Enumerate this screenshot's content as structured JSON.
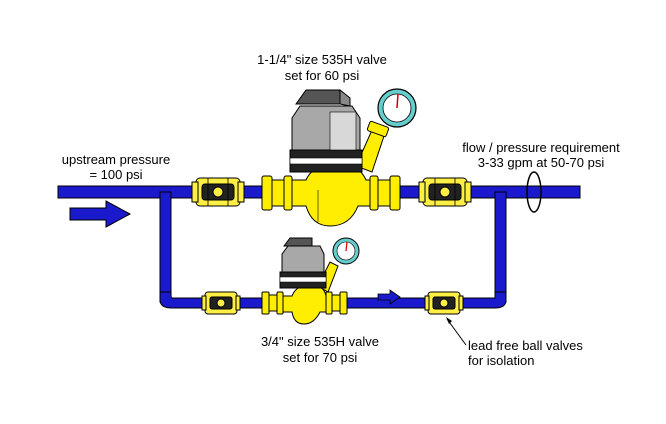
{
  "labels": {
    "main_valve_line1": "1-1/4\" size 535H valve",
    "main_valve_line2": "set for 60 psi",
    "upstream_line1": "upstream pressure",
    "upstream_line2": "= 100 psi",
    "requirement_line1": "flow / pressure requirement",
    "requirement_line2": "3-33 gpm at 50-70 psi",
    "bypass_valve_line1": "3/4\" size 535H valve",
    "bypass_valve_line2": "set for 70 psi",
    "ball_valves_line1": "lead free ball valves",
    "ball_valves_line2": "for isolation"
  },
  "colors": {
    "pipe": "#1a1acc",
    "valve_body": "#ffee00",
    "ball_valve_body": "#ffee44",
    "gauge_needle": "#cc0000",
    "bonnet": "#999999"
  }
}
